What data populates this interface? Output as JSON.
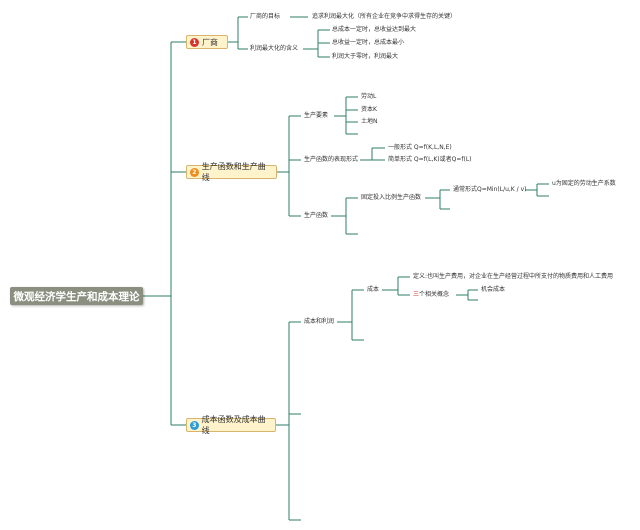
{
  "root": {
    "label": "微观经济学生产和成本理论"
  },
  "branches": {
    "firm": {
      "badge": "1",
      "label": "厂商",
      "goal": {
        "label": "厂商的目标",
        "detail": "追求利润最大化（所有企业在竞争中求得生存的关键）"
      },
      "meaning": {
        "label": "利润最大化的含义",
        "items": [
          "总成本一定时，总收益达到最大",
          "总收益一定时，总成本最小",
          "利润大于零时，利润最大"
        ]
      }
    },
    "production": {
      "badge": "2",
      "label": "生产函数和生产曲线",
      "factors": {
        "label": "生产要素",
        "items": [
          "劳动L",
          "资本K",
          "土地N"
        ]
      },
      "forms": {
        "label": "生产函数的表现形式",
        "general": "一般形式 Q=f(K,L,N,E)",
        "simple": "简单形式 Q=f(L,K)或者Q=f(L)"
      },
      "function": {
        "label": "生产函数",
        "fixed": "固定投入比例生产函数",
        "common": "通常形式Q=Min(L/u,K / v)",
        "note": "u为固定的劳动生产系数"
      }
    },
    "cost": {
      "badge": "3",
      "label": "成本函数及成本曲线",
      "profit": {
        "label": "成本和利润",
        "cost": {
          "label": "成本",
          "definition": "定义:也叫生产费用，对企业在生产经营过程中所支付的物质费用和人工费用",
          "related_prefix": "三",
          "related_suffix": "个相关概念",
          "opportunity": "机会成本"
        }
      }
    }
  },
  "colors": {
    "line": "#2e7d64",
    "root_bg": "#8a8f80",
    "branch_bg": "#fff3cc",
    "branch_border": "#d8b56a"
  }
}
